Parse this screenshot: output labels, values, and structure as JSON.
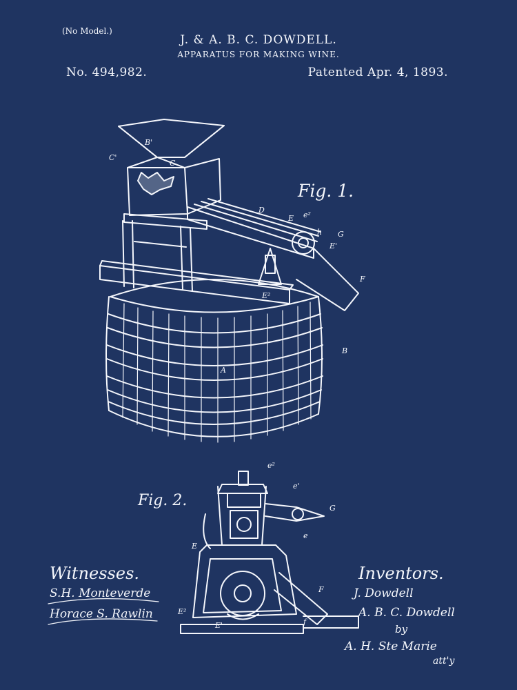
{
  "header": {
    "model_note": "(No Model.)",
    "inventor_names": "J. & A. B. C. DOWDELL.",
    "title": "APPARATUS FOR MAKING WINE.",
    "patent_number": "No. 494,982.",
    "patent_date": "Patented Apr. 4, 1893."
  },
  "figures": {
    "fig1_label": "Fig. 1.",
    "fig2_label": "Fig. 2."
  },
  "labels": {
    "fig1": [
      "C'",
      "B'",
      "C",
      "D",
      "E",
      "e²",
      "h",
      "G",
      "E'",
      "F",
      "E²",
      "B",
      "A"
    ],
    "fig2": [
      "e²",
      "e'",
      "G",
      "E",
      "e",
      "F",
      "E²",
      "E'",
      "f"
    ]
  },
  "witnesses": {
    "heading": "Witnesses.",
    "signatures": [
      "S.H. Monteverde",
      "Horace S. Rawlin"
    ]
  },
  "inventors": {
    "heading": "Inventors.",
    "signatures": [
      "J. Dowdell",
      "A. B. C. Dowdell"
    ],
    "by": "by",
    "attorney": "A. H. Ste Marie",
    "attorney_suffix": "att'y"
  },
  "colors": {
    "background": "#1f3461",
    "ink": "#f4f6fb"
  }
}
